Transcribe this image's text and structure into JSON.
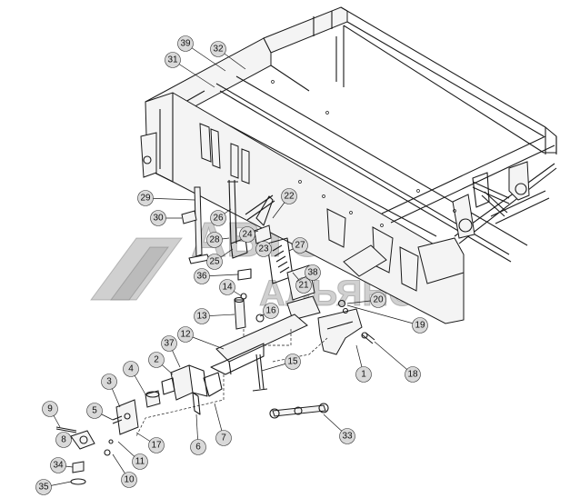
{
  "watermark": {
    "line1": "АВТО",
    "line2": "АЛЬЯНС"
  },
  "callouts": [
    "1",
    "2",
    "3",
    "4",
    "5",
    "6",
    "7",
    "8",
    "9",
    "10",
    "11",
    "12",
    "13",
    "14",
    "15",
    "16",
    "17",
    "18",
    "19",
    "20",
    "21",
    "22",
    "23",
    "24",
    "25",
    "26",
    "27",
    "28",
    "29",
    "30",
    "31",
    "32",
    "33",
    "34",
    "35",
    "36",
    "37",
    "38",
    "39"
  ]
}
